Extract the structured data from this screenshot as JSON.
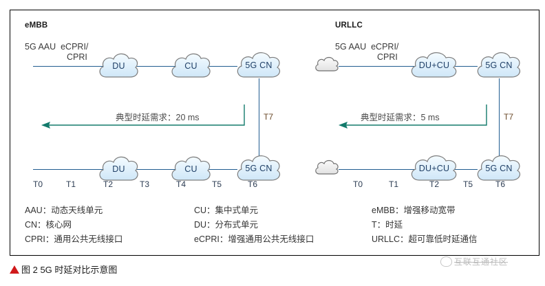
{
  "figure": {
    "caption": "图 2  5G 时延对比示意图",
    "caption_marker": "triangle-marker",
    "watermark": "互联互通社区"
  },
  "panels": [
    {
      "id": "embb",
      "title": "eMBB",
      "interface_label_line1": "5G AAU  eCPRI/",
      "interface_label_line2": "CPRI",
      "latency_text": "典型时延需求：20 ms",
      "vertical_label": "T7",
      "top_nodes": [
        "DU",
        "CU",
        "5G CN"
      ],
      "bottom_nodes": [
        "DU",
        "CU",
        "5G CN"
      ],
      "time_labels": [
        "T0",
        "T1",
        "T2",
        "T3",
        "T4",
        "T5",
        "T6"
      ],
      "has_start_cloud": false
    },
    {
      "id": "urllc",
      "title": "URLLC",
      "interface_label_line1": "5G AAU  eCPRI/",
      "interface_label_line2": "CPRI",
      "latency_text": "典型时延需求：5 ms",
      "vertical_label": "T7",
      "top_nodes": [
        "DU+CU",
        "5G CN"
      ],
      "bottom_nodes": [
        "DU+CU",
        "5G CN"
      ],
      "time_labels": [
        "T0",
        "T1",
        "T2",
        "T5",
        "T6"
      ],
      "has_start_cloud": true
    }
  ],
  "legend": {
    "column1": [
      "AAU：动态天线单元",
      "CN：核心网",
      "CPRI：通用公共无线接口"
    ],
    "column2": [
      "CU：集中式单元",
      "DU：分布式单元",
      "eCPRI：增强通用公共无线接口"
    ],
    "column3": [
      "eMBB：增强移动宽带",
      "T：时延",
      "URLLC：超可靠低时延通信"
    ]
  },
  "colors": {
    "line": "#1f5b8f",
    "arrow": "#127a6b",
    "cloud_fill": "#dfeefb",
    "cloud_stroke": "#808080",
    "cloud_text": "#1f3f66",
    "marker_red": "#d0191b"
  }
}
